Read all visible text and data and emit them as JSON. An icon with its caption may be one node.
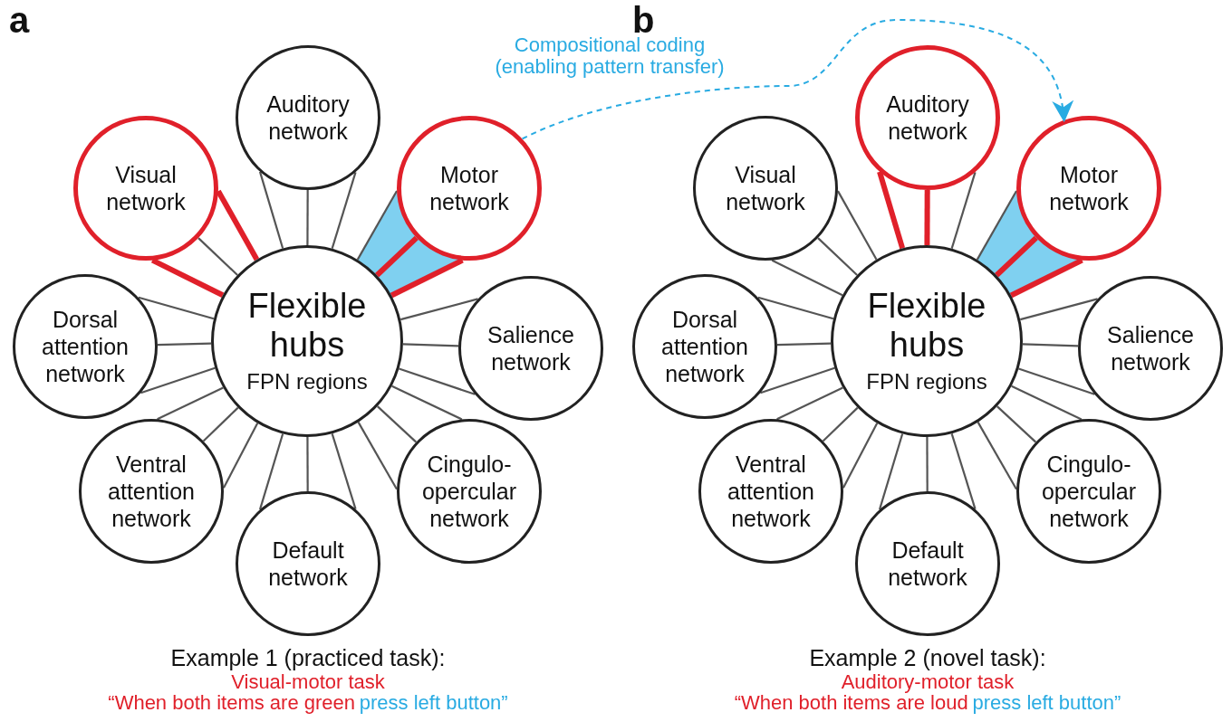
{
  "diagram": {
    "nodes": [
      {
        "text": [
          "Auditory network"
        ]
      },
      {
        "text": [
          "Visual network"
        ]
      },
      {
        "text": [
          "Motor network"
        ]
      },
      {
        "text": [
          "Dorsal attention network"
        ]
      },
      {
        "text": [
          "Flexible hubs",
          "FPN regions"
        ]
      },
      {
        "text": [
          "Salience network"
        ]
      },
      {
        "text": [
          "Ventral attention network"
        ]
      },
      {
        "text": [
          "Cingulo-opercular network"
        ]
      },
      {
        "text": [
          "Default network"
        ]
      },
      {
        "text": [
          "Auditory network"
        ]
      },
      {
        "text": [
          "Visual network"
        ]
      },
      {
        "text": [
          "Motor network"
        ]
      },
      {
        "text": [
          "Dorsal attention network"
        ]
      },
      {
        "text": [
          "Flexible hubs",
          "FPN regions"
        ]
      },
      {
        "text": [
          "Salience network"
        ]
      },
      {
        "text": [
          "Ventral attention network"
        ]
      },
      {
        "text": [
          "Cingulo-opercular network"
        ]
      },
      {
        "text": [
          "Default network"
        ]
      }
    ],
    "edges": [
      {
        "from": 0,
        "to": 4,
        "arrow": "none"
      },
      {
        "from": 0,
        "to": 4,
        "arrow": "none"
      },
      {
        "from": 0,
        "to": 4,
        "arrow": "none"
      },
      {
        "from": 1,
        "to": 4,
        "arrow": "none",
        "style": "thick",
        "color": "#e0202a"
      },
      {
        "from": 1,
        "to": 4,
        "arrow": "none"
      },
      {
        "from": 1,
        "to": 4,
        "arrow": "none",
        "style": "thick",
        "color": "#e0202a"
      },
      {
        "from": 2,
        "to": 4,
        "arrow": "none"
      },
      {
        "from": 2,
        "to": 4,
        "arrow": "none",
        "style": "thick",
        "color": "#e0202a"
      },
      {
        "from": 2,
        "to": 4,
        "arrow": "none",
        "style": "thick",
        "color": "#e0202a"
      },
      {
        "from": 3,
        "to": 4,
        "arrow": "none"
      },
      {
        "from": 3,
        "to": 4,
        "arrow": "none"
      },
      {
        "from": 3,
        "to": 4,
        "arrow": "none"
      },
      {
        "from": 5,
        "to": 4,
        "arrow": "none"
      },
      {
        "from": 5,
        "to": 4,
        "arrow": "none"
      },
      {
        "from": 5,
        "to": 4,
        "arrow": "none"
      },
      {
        "from": 6,
        "to": 4,
        "arrow": "none"
      },
      {
        "from": 6,
        "to": 4,
        "arrow": "none"
      },
      {
        "from": 6,
        "to": 4,
        "arrow": "none"
      },
      {
        "from": 7,
        "to": 4,
        "arrow": "none"
      },
      {
        "from": 7,
        "to": 4,
        "arrow": "none"
      },
      {
        "from": 7,
        "to": 4,
        "arrow": "none"
      },
      {
        "from": 8,
        "to": 4,
        "arrow": "none"
      },
      {
        "from": 8,
        "to": 4,
        "arrow": "none"
      },
      {
        "from": 8,
        "to": 4,
        "arrow": "none"
      },
      {
        "from": 9,
        "to": 13,
        "arrow": "none",
        "style": "thick",
        "color": "#e0202a"
      },
      {
        "from": 9,
        "to": 13,
        "arrow": "none",
        "style": "thick",
        "color": "#e0202a"
      },
      {
        "from": 9,
        "to": 13,
        "arrow": "none"
      },
      {
        "from": 10,
        "to": 13,
        "arrow": "none"
      },
      {
        "from": 10,
        "to": 13,
        "arrow": "none"
      },
      {
        "from": 10,
        "to": 13,
        "arrow": "none"
      },
      {
        "from": 11,
        "to": 13,
        "arrow": "none"
      },
      {
        "from": 11,
        "to": 13,
        "arrow": "none",
        "style": "thick",
        "color": "#e0202a"
      },
      {
        "from": 11,
        "to": 13,
        "arrow": "none",
        "style": "thick",
        "color": "#e0202a"
      },
      {
        "from": 12,
        "to": 13,
        "arrow": "none"
      },
      {
        "from": 12,
        "to": 13,
        "arrow": "none"
      },
      {
        "from": 12,
        "to": 13,
        "arrow": "none"
      },
      {
        "from": 14,
        "to": 13,
        "arrow": "none"
      },
      {
        "from": 14,
        "to": 13,
        "arrow": "none"
      },
      {
        "from": 14,
        "to": 13,
        "arrow": "none"
      },
      {
        "from": 15,
        "to": 13,
        "arrow": "none"
      },
      {
        "from": 15,
        "to": 13,
        "arrow": "none"
      },
      {
        "from": 15,
        "to": 13,
        "arrow": "none"
      },
      {
        "from": 16,
        "to": 13,
        "arrow": "none"
      },
      {
        "from": 16,
        "to": 13,
        "arrow": "none"
      },
      {
        "from": 16,
        "to": 13,
        "arrow": "none"
      },
      {
        "from": 17,
        "to": 13,
        "arrow": "none"
      },
      {
        "from": 17,
        "to": 13,
        "arrow": "none"
      },
      {
        "from": 17,
        "to": 13,
        "arrow": "none"
      },
      {
        "from": 2,
        "to": 11,
        "arrow": "to",
        "style": "dashed",
        "color": "#29abe2",
        "label": "Compositional coding (enabling pattern transfer)"
      }
    ],
    "labels": [
      "a",
      "b",
      "Example 1 (practiced task):",
      "Visual-motor task",
      "“When both items are green",
      "press left button”",
      "Example 2 (novel task):",
      "Auditory-motor task",
      "“When both items are loud",
      "press left button”"
    ]
  }
}
